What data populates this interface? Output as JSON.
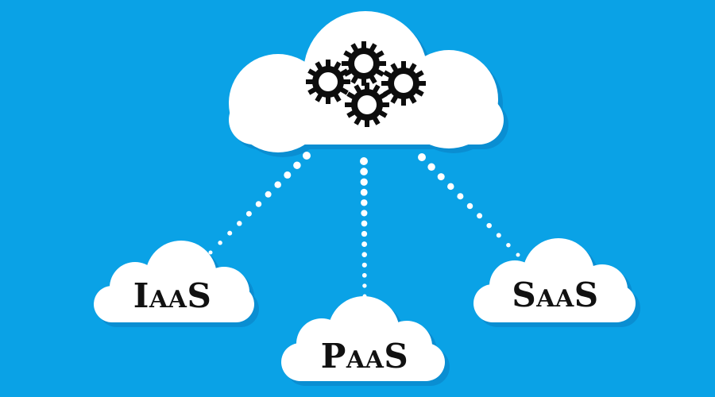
{
  "diagram": {
    "background_color": "#0aa2e6",
    "cloud_color": "#ffffff",
    "connector_color": "#ffffff",
    "main_cloud": {
      "icon": "gears-icon",
      "gear_count": 4
    },
    "nodes": [
      {
        "id": "iaas",
        "big1": "I",
        "small": "AA",
        "big2": "S"
      },
      {
        "id": "paas",
        "big1": "P",
        "small": "AA",
        "big2": "S"
      },
      {
        "id": "saas",
        "big1": "S",
        "small": "AA",
        "big2": "S"
      }
    ]
  }
}
